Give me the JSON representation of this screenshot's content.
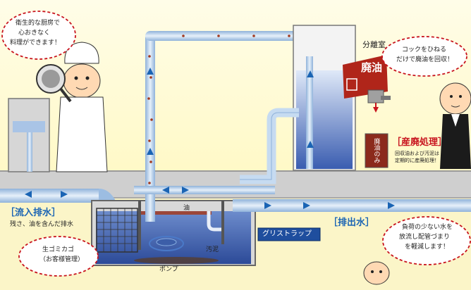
{
  "labels": {
    "chef_speech_1": "衛生的な厨房で",
    "chef_speech_2": "心おきなく",
    "chef_speech_3": "料理ができます！",
    "separation_room": "分離室",
    "waste_oil": "廃油",
    "cock_speech_1": "コックをひねる",
    "cock_speech_2": "だけで廃油を回収！",
    "industrial_waste_title": "［産廃処理］",
    "industrial_waste_desc_1": "回収油および汚泥は",
    "industrial_waste_desc_2": "定期的に産廃処理！",
    "waste_oil_only": "廃油のみ",
    "inflow_title": "［流入排水］",
    "inflow_desc": "残さ、油を含んだ排水",
    "basket_1": "生ゴミカゴ",
    "basket_2": "（お客様管理）",
    "oil": "油",
    "sludge": "汚泥",
    "pump": "ポンプ",
    "grease_trap": "グリストラップ",
    "outflow_title": "［排出水］",
    "outflow_speech_1": "負荷の少ない水を",
    "outflow_speech_2": "放流し配管づまり",
    "outflow_speech_3": "を軽減します！"
  },
  "colors": {
    "background": "#fffde0",
    "floor": "#c9c9c9",
    "water": "#3f5fb0",
    "pipe": "#bcd4ec",
    "accent_red": "#c8141e",
    "accent_blue": "#1a64b4"
  }
}
